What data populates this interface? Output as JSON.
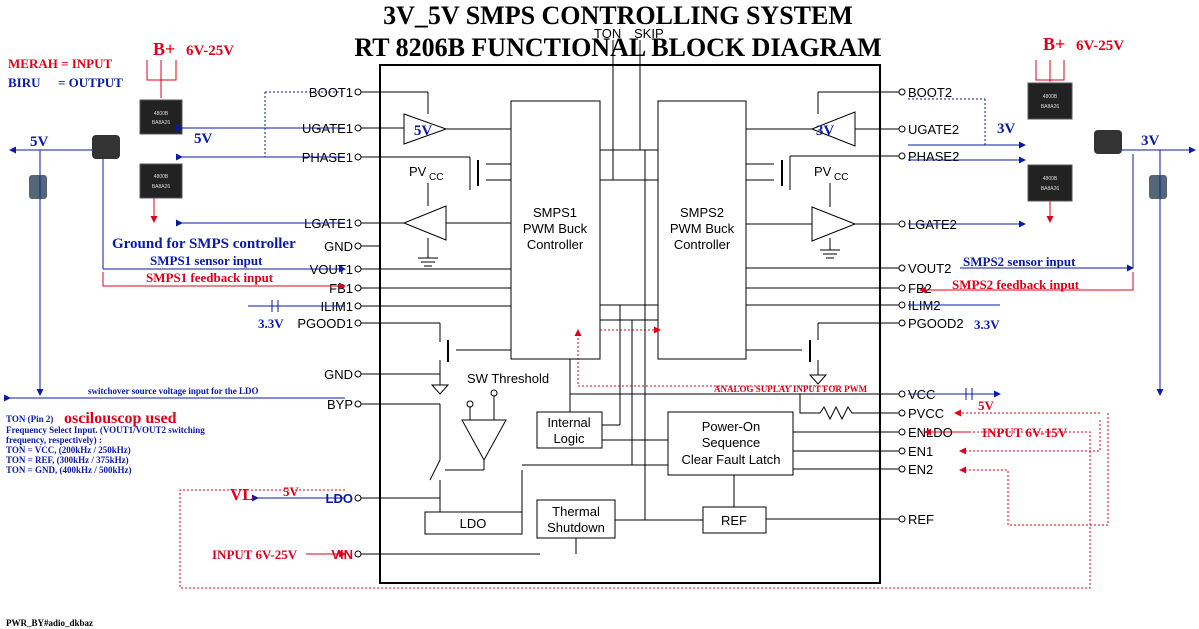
{
  "title": {
    "line1": "3V_5V SMPS CONTROLLING SYSTEM",
    "line2": "RT 8206B FUNCTIONAL BLOCK DIAGRAM"
  },
  "legend": {
    "input": "MERAH = INPUT",
    "output_label": "BIRU",
    "output_value": "= OUTPUT"
  },
  "supply": {
    "left_bplus": "B+",
    "left_range": "6V-25V",
    "right_bplus": "B+",
    "right_range": "6V-25V"
  },
  "left_pins": [
    "BOOT1",
    "UGATE1",
    "PHASE1",
    "LGATE1",
    "GND",
    "VOUT1",
    "FB1",
    "ILIM1",
    "PGOOD1",
    "GND",
    "BYP",
    "LDO",
    "VIN"
  ],
  "right_pins": [
    "BOOT2",
    "UGATE2",
    "PHASE2",
    "LGATE2",
    "VOUT2",
    "FB2",
    "ILIM2",
    "PGOOD2",
    "VCC",
    "PVCC",
    "ENLDO",
    "EN1",
    "EN2",
    "REF"
  ],
  "top_pins": {
    "ton": "TON",
    "skip": "SKIP"
  },
  "blocks": {
    "smps1": [
      "SMPS1",
      "PWM Buck",
      "Controller"
    ],
    "smps2": [
      "SMPS2",
      "PWM Buck",
      "Controller"
    ],
    "internal_logic": [
      "Internal",
      "Logic"
    ],
    "power_on": [
      "Power-On",
      "Sequence",
      "Clear Fault Latch"
    ],
    "thermal": [
      "Thermal",
      "Shutdown"
    ],
    "ldo": "LDO",
    "ref": "REF",
    "sw_threshold": "SW Threshold",
    "pvcc": "PV",
    "pvcc_sub": "CC"
  },
  "driver_labels": {
    "left": "5V",
    "right": "3V"
  },
  "annotations": {
    "out_5v_left": "5V",
    "out_5v_ugate": "5V",
    "ground_ctrl": "Ground for SMPS controller",
    "smps1_sensor": "SMPS1 sensor input",
    "smps1_feedback": "SMPS1 feedback input",
    "pgood1_3v3": "3.3V",
    "switchover": "switchover source voltage input for the LDO",
    "ton_heading": "TON (Pin 2)",
    "oscilloscope": "oscilouscop used",
    "ton_lines": [
      "Frequency Select Input. (VOUT1/VOUT2 switching",
      "frequency, respectively) :",
      "TON = VCC, (200kHz / 250kHz)",
      "TON = REF, (300kHz / 375kHz)",
      "TON = GND, (400kHz / 500kHz)"
    ],
    "vl": "VL",
    "vl_5v": "5V",
    "input_vin": "INPUT 6V-25V",
    "out_3v_ugate": "3V",
    "out_3v_right": "3V",
    "smps2_sensor": "SMPS2 sensor input",
    "smps2_feedback": "SMPS2 feedback input",
    "pgood2_3v3": "3.3V",
    "analog_supply": "ANALOG SUPLAY INPUT FOR PWM",
    "pvcc_5v": "5V",
    "input_enldo": "INPUT 6V-15V",
    "footer": "PWR_BY#adio_dkbaz"
  },
  "colors": {
    "red": "#e0001a",
    "blue": "#0a1aa8",
    "black": "#000000"
  }
}
